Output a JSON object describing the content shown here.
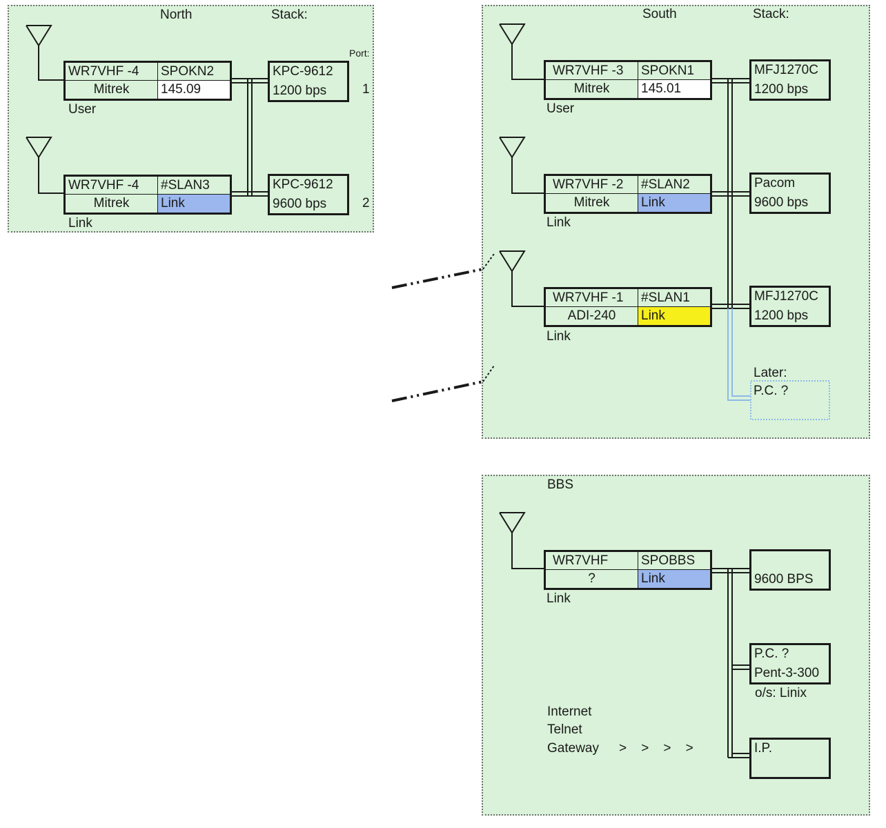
{
  "north": {
    "title": "North",
    "stack_label": "Stack:",
    "port_label": "Port:",
    "user": {
      "call": "WR7VHF -4",
      "alias": "SPOKN2",
      "radio": "Mitrek",
      "freq": "145.09",
      "freq_color": "#ffffff",
      "role": "User",
      "tnc_model": "KPC-9612",
      "tnc_speed": "1200 bps",
      "port": "1"
    },
    "link": {
      "call": "WR7VHF -4",
      "alias": "#SLAN3",
      "radio": "Mitrek",
      "freq": "Link",
      "freq_color": "#9bb7ee",
      "role": "Link",
      "tnc_model": "KPC-9612",
      "tnc_speed": "9600 bps",
      "port": "2"
    }
  },
  "south": {
    "title": "South",
    "stack_label": "Stack:",
    "user": {
      "call": "WR7VHF -3",
      "alias": "SPOKN1",
      "radio": "Mitrek",
      "freq": "145.01",
      "freq_color": "#ffffff",
      "role": "User",
      "tnc_model": "MFJ1270C",
      "tnc_speed": "1200 bps"
    },
    "link2": {
      "call": "WR7VHF -2",
      "alias": "#SLAN2",
      "radio": "Mitrek",
      "freq": "Link",
      "freq_color": "#9bb7ee",
      "role": "Link",
      "tnc_model": "Pacom",
      "tnc_speed": "9600 bps"
    },
    "link1": {
      "call": "WR7VHF -1",
      "alias": "#SLAN1",
      "radio": "ADI-240",
      "freq": "Link",
      "freq_color": "#f6ef1a",
      "role": "Link",
      "tnc_model": "MFJ1270C",
      "tnc_speed": "1200 bps"
    },
    "later_label": "Later:",
    "later_device": "P.C. ?"
  },
  "bbs": {
    "title": "BBS",
    "node": {
      "call": "WR7VHF",
      "alias": "SPOBBS",
      "radio": "?",
      "freq": "Link",
      "freq_color": "#9bb7ee",
      "role": "Link",
      "tnc_speed": "9600 BPS"
    },
    "pc": {
      "line1": "P.C. ?",
      "line2": "Pent-3-300",
      "os": "o/s: Linix"
    },
    "ip": "I.P.",
    "gateway": {
      "line1": "Internet",
      "line2": "Telnet",
      "line3": "Gateway",
      "arrows": ">    >    >    >"
    }
  }
}
